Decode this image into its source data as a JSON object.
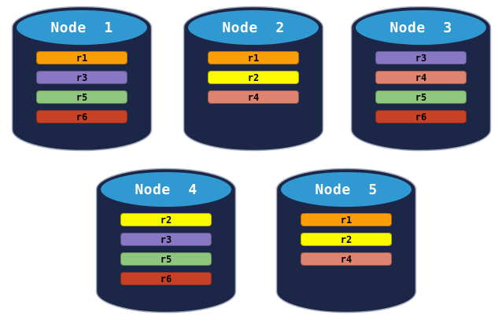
{
  "diagram": {
    "title": "database-nodes-replica-distribution",
    "colors": {
      "background": "#FFFFFF",
      "cylinder_body": "#1C2747",
      "cylinder_cap": "#3099D1",
      "cylinder_outline": "#A8B0C2",
      "title_text": "#FFFFFF",
      "replica_text": "#000000"
    },
    "replica_colors": {
      "r1": "#FA9D09",
      "r2": "#FBFB00",
      "r3": "#8878C3",
      "r4": "#DE8370",
      "r5": "#8FC67E",
      "r6": "#C84127"
    },
    "nodes": [
      {
        "label": "Node  1",
        "replicas": [
          "r1",
          "r3",
          "r5",
          "r6"
        ]
      },
      {
        "label": "Node  2",
        "replicas": [
          "r1",
          "r2",
          "r4"
        ]
      },
      {
        "label": "Node  3",
        "replicas": [
          "r3",
          "r4",
          "r5",
          "r6"
        ]
      },
      {
        "label": "Node  4",
        "replicas": [
          "r2",
          "r3",
          "r5",
          "r6"
        ]
      },
      {
        "label": "Node  5",
        "replicas": [
          "r1",
          "r2",
          "r4"
        ]
      }
    ]
  }
}
